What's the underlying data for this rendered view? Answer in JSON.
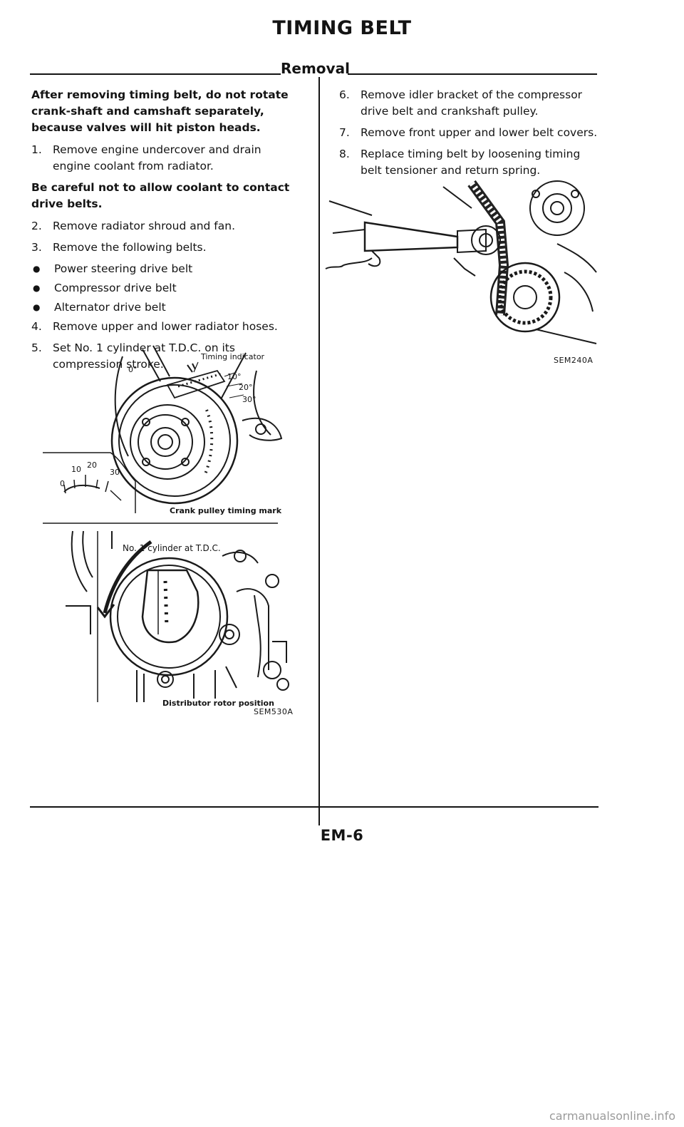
{
  "header": {
    "title": "TIMING BELT",
    "section": "Removal"
  },
  "left_column": {
    "warning": "After removing timing belt, do not rotate crank-shaft and camshaft separately, because valves will hit piston heads.",
    "step1": {
      "num": "1.",
      "text": "Remove engine undercover and drain engine coolant from radiator."
    },
    "caution": "Be careful not to allow coolant to contact drive belts.",
    "step2": {
      "num": "2.",
      "text": "Remove radiator shroud and fan."
    },
    "step3": {
      "num": "3.",
      "text": "Remove the following belts."
    },
    "bullets": [
      "Power steering drive belt",
      "Compressor drive belt",
      "Alternator drive belt"
    ],
    "step4": {
      "num": "4.",
      "text": "Remove upper and lower radiator hoses."
    },
    "step5": {
      "num": "5.",
      "text": "Set No. 1 cylinder at T.D.C. on its compression stroke."
    }
  },
  "right_column": {
    "steps": [
      {
        "num": "6.",
        "text": "Remove idler bracket of the compressor drive belt and crankshaft pulley."
      },
      {
        "num": "7.",
        "text": "Remove front upper and lower belt covers."
      },
      {
        "num": "8.",
        "text": "Replace timing belt by loosening timing belt tensioner and return spring."
      }
    ]
  },
  "figure_pulley": {
    "timing_indicator": "Timing indicator",
    "deg_0": "0°",
    "deg_10": "10°",
    "deg_20": "20°",
    "deg_30": "30°",
    "scale_0": "0",
    "scale_10": "10",
    "scale_20": "20",
    "scale_30": "30",
    "crank_caption": "Crank pulley timing mark"
  },
  "figure_distributor": {
    "tdc_label": "No. 1 cylinder at T.D.C.",
    "rotor_caption": "Distributor rotor position",
    "code": "SEM530A"
  },
  "figure_tensioner": {
    "code": "SEM240A"
  },
  "footer": {
    "page_number": "EM-6",
    "watermark": "carmanualsonline.info"
  }
}
